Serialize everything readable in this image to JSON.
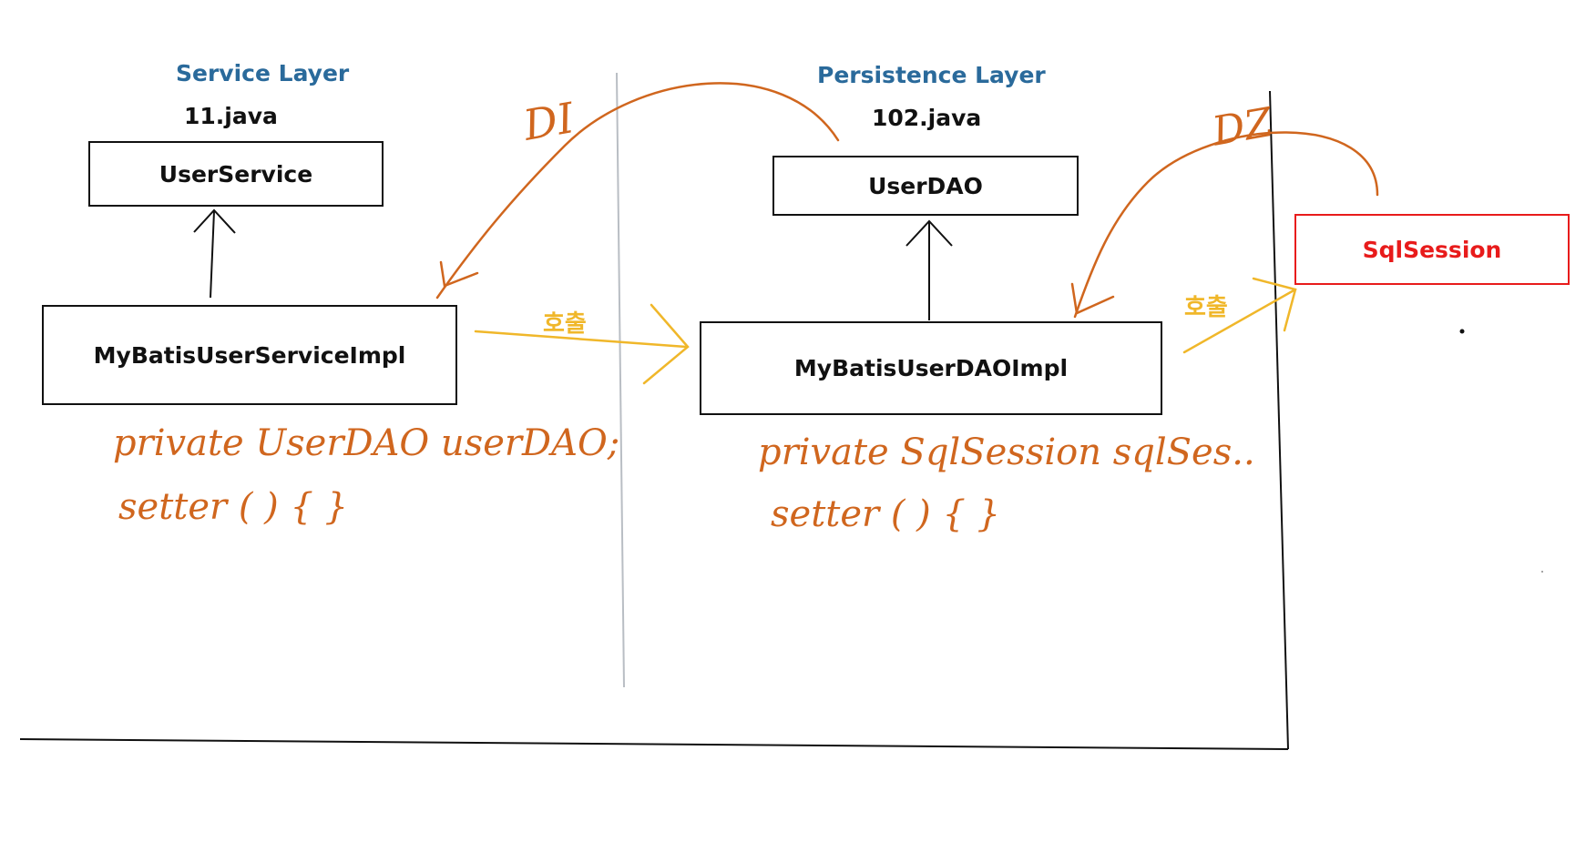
{
  "layers": {
    "service": "Service Layer",
    "persistence": "Persistence Layer"
  },
  "files": {
    "service": "11.java",
    "persistence": "102.java"
  },
  "boxes": {
    "user_service": "UserService",
    "service_impl": "MyBatisUserServiceImpl",
    "user_dao": "UserDAO",
    "dao_impl": "MyBatisUserDAOImpl",
    "sql_session": "SqlSession"
  },
  "annotations": {
    "di_left": "DI",
    "di_right": "DZ",
    "call_left": "호출",
    "call_right": "호출",
    "service_field": "private UserDAO userDAO;",
    "service_setter": "setter ( ) {      }",
    "dao_field": "private SqlSession sqlSes..",
    "dao_setter": "setter ( ) {      }"
  },
  "colors": {
    "layer_title": "#2a6a9b",
    "di_arrow": "#d0661e",
    "call_arrow": "#f0b72a",
    "sql_session": "#e81b1b"
  }
}
